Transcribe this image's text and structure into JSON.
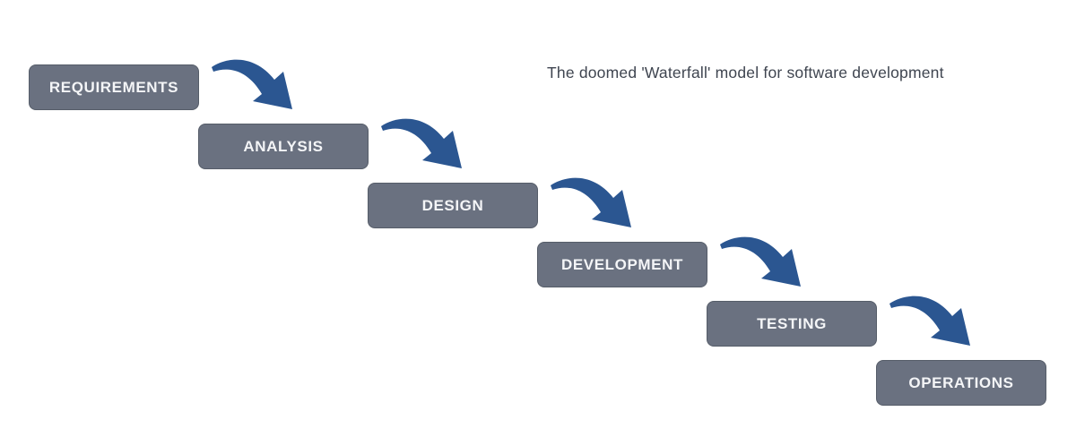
{
  "title": "The doomed 'Waterfall' model for software development",
  "stages": [
    {
      "label": "REQUIREMENTS"
    },
    {
      "label": "ANALYSIS"
    },
    {
      "label": "DESIGN"
    },
    {
      "label": "DEVELOPMENT"
    },
    {
      "label": "TESTING"
    },
    {
      "label": "OPERATIONS"
    }
  ],
  "colors": {
    "background": "#ffffff",
    "box_bg": "#6a7180",
    "box_border": "#565d69",
    "box_text": "#f4f5f7",
    "arrow": "#2b5691",
    "title_text": "#3f4550"
  }
}
